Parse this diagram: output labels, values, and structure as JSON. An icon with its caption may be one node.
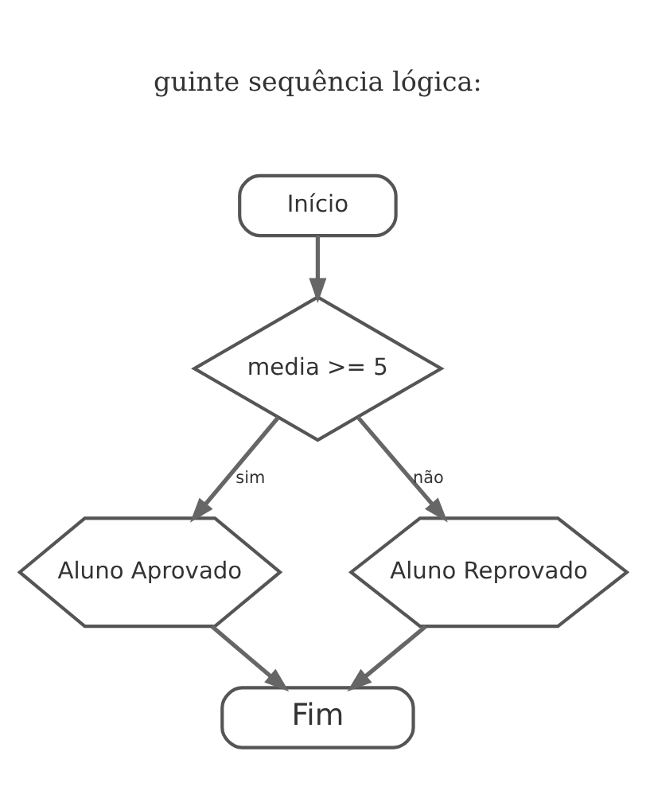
{
  "diagram": {
    "nodes": [
      {
        "text": [
          "Início"
        ]
      },
      {
        "text": [
          "media >= 5"
        ]
      },
      {
        "text": [
          "Aluno Aprovado"
        ]
      },
      {
        "text": [
          "Aluno Reprovado"
        ]
      },
      {
        "text": [
          "Fim"
        ]
      }
    ],
    "edges": [
      {
        "from": 0,
        "to": 1,
        "arrow": "to"
      },
      {
        "from": 1,
        "to": 2,
        "arrow": "to",
        "label": "sim"
      },
      {
        "from": 1,
        "to": 3,
        "arrow": "to",
        "label": "não"
      },
      {
        "from": 2,
        "to": 4,
        "arrow": "to"
      },
      {
        "from": 3,
        "to": 4,
        "arrow": "to"
      }
    ],
    "labels": [
      "guinte sequência lógica:"
    ]
  }
}
